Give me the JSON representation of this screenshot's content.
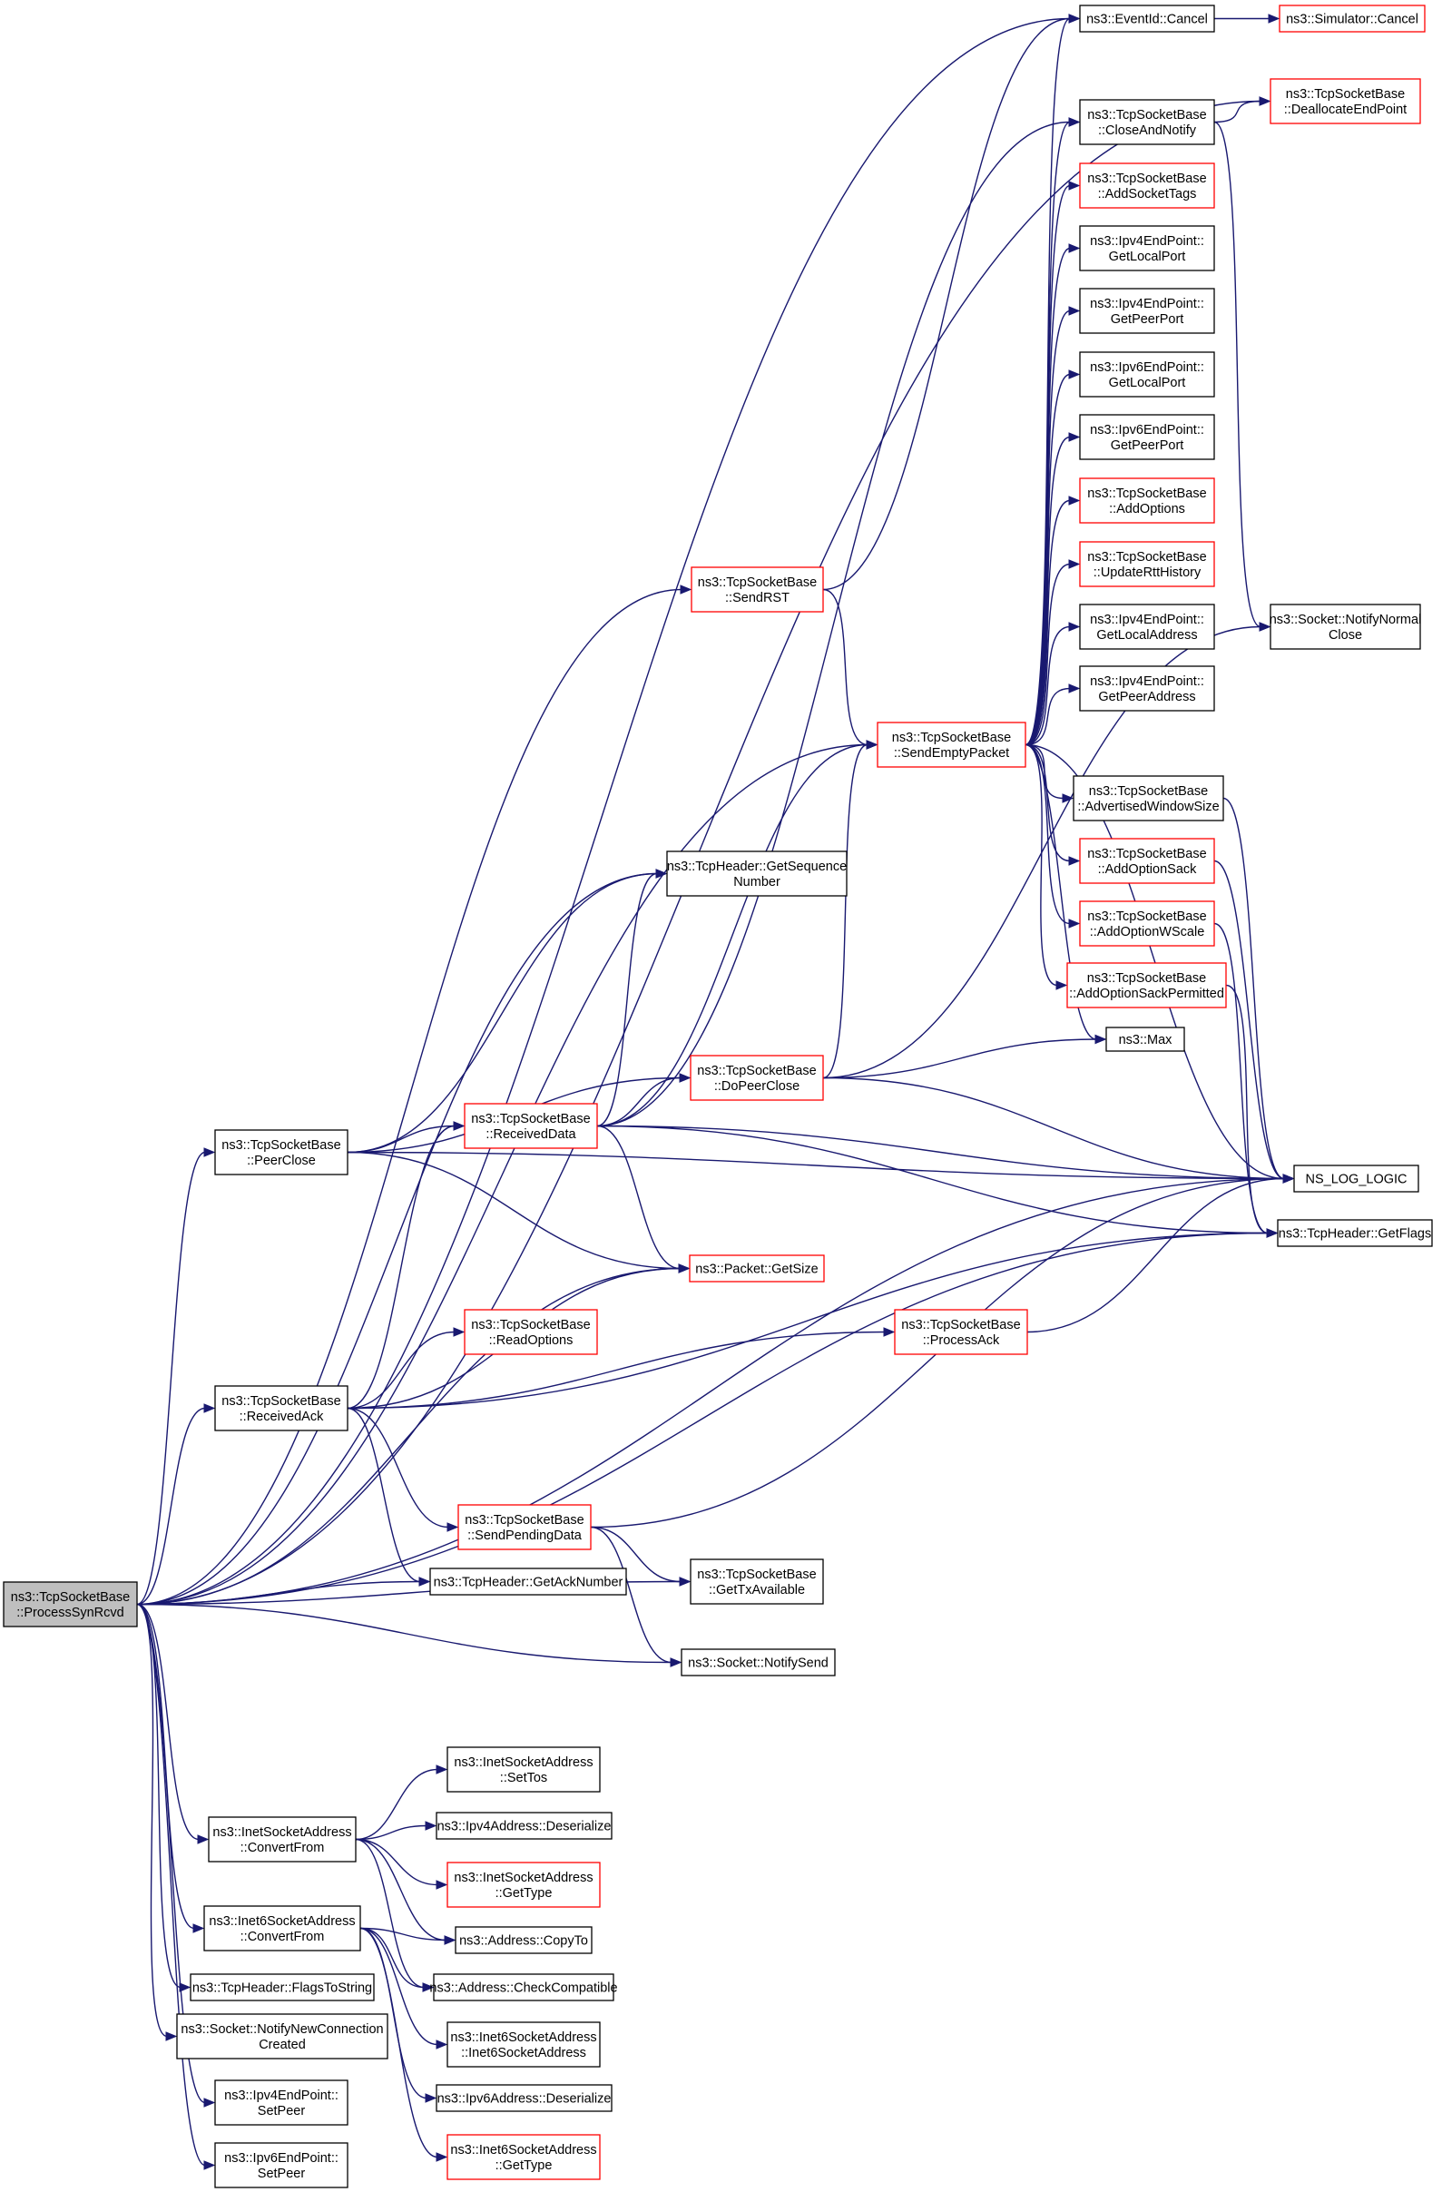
{
  "graph": {
    "root": "process-syn-rcvd",
    "colors": {
      "edge": "#191970",
      "node_border": "#000000",
      "node_border_incomplete": "#ff0000",
      "root_fill": "#bfbfbf",
      "node_fill": "#ffffff"
    },
    "nodes": [
      {
        "id": "process-syn-rcvd",
        "lines": [
          "ns3::TcpSocketBase",
          "::ProcessSynRcvd"
        ],
        "border": "black",
        "root": true
      },
      {
        "id": "eventid-cancel",
        "lines": [
          "ns3::EventId::Cancel"
        ],
        "border": "black"
      },
      {
        "id": "simulator-cancel",
        "lines": [
          "ns3::Simulator::Cancel"
        ],
        "border": "red"
      },
      {
        "id": "deallocate-endpoint",
        "lines": [
          "ns3::TcpSocketBase",
          "::DeallocateEndPoint"
        ],
        "border": "red"
      },
      {
        "id": "close-and-notify",
        "lines": [
          "ns3::TcpSocketBase",
          "::CloseAndNotify"
        ],
        "border": "black"
      },
      {
        "id": "add-socket-tags",
        "lines": [
          "ns3::TcpSocketBase",
          "::AddSocketTags"
        ],
        "border": "red"
      },
      {
        "id": "ipv4ep-get-local-port",
        "lines": [
          "ns3::Ipv4EndPoint::",
          "GetLocalPort"
        ],
        "border": "black"
      },
      {
        "id": "ipv4ep-get-peer-port",
        "lines": [
          "ns3::Ipv4EndPoint::",
          "GetPeerPort"
        ],
        "border": "black"
      },
      {
        "id": "ipv6ep-get-local-port",
        "lines": [
          "ns3::Ipv6EndPoint::",
          "GetLocalPort"
        ],
        "border": "black"
      },
      {
        "id": "ipv6ep-get-peer-port",
        "lines": [
          "ns3::Ipv6EndPoint::",
          "GetPeerPort"
        ],
        "border": "black"
      },
      {
        "id": "add-options",
        "lines": [
          "ns3::TcpSocketBase",
          "::AddOptions"
        ],
        "border": "red"
      },
      {
        "id": "update-rtt-history",
        "lines": [
          "ns3::TcpSocketBase",
          "::UpdateRttHistory"
        ],
        "border": "red"
      },
      {
        "id": "ipv4ep-get-local-address",
        "lines": [
          "ns3::Ipv4EndPoint::",
          "GetLocalAddress"
        ],
        "border": "black"
      },
      {
        "id": "ipv4ep-get-peer-address",
        "lines": [
          "ns3::Ipv4EndPoint::",
          "GetPeerAddress"
        ],
        "border": "black"
      },
      {
        "id": "notify-normal-close",
        "lines": [
          "ns3::Socket::NotifyNormal",
          "Close"
        ],
        "border": "black"
      },
      {
        "id": "send-rst",
        "lines": [
          "ns3::TcpSocketBase",
          "::SendRST"
        ],
        "border": "red"
      },
      {
        "id": "send-empty-packet",
        "lines": [
          "ns3::TcpSocketBase",
          "::SendEmptyPacket"
        ],
        "border": "red"
      },
      {
        "id": "advertised-window-size",
        "lines": [
          "ns3::TcpSocketBase",
          "::AdvertisedWindowSize"
        ],
        "border": "black"
      },
      {
        "id": "add-option-sack",
        "lines": [
          "ns3::TcpSocketBase",
          "::AddOptionSack"
        ],
        "border": "red"
      },
      {
        "id": "add-option-wscale",
        "lines": [
          "ns3::TcpSocketBase",
          "::AddOptionWScale"
        ],
        "border": "red"
      },
      {
        "id": "add-option-sack-permitted",
        "lines": [
          "ns3::TcpSocketBase",
          "::AddOptionSackPermitted"
        ],
        "border": "red"
      },
      {
        "id": "max",
        "lines": [
          "ns3::Max"
        ],
        "border": "black"
      },
      {
        "id": "get-sequence-number",
        "lines": [
          "ns3::TcpHeader::GetSequence",
          "Number"
        ],
        "border": "black"
      },
      {
        "id": "do-peer-close",
        "lines": [
          "ns3::TcpSocketBase",
          "::DoPeerClose"
        ],
        "border": "red"
      },
      {
        "id": "received-data",
        "lines": [
          "ns3::TcpSocketBase",
          "::ReceivedData"
        ],
        "border": "red"
      },
      {
        "id": "peer-close",
        "lines": [
          "ns3::TcpSocketBase",
          "::PeerClose"
        ],
        "border": "black"
      },
      {
        "id": "ns-log-logic",
        "lines": [
          "NS_LOG_LOGIC"
        ],
        "border": "black"
      },
      {
        "id": "get-flags",
        "lines": [
          "ns3::TcpHeader::GetFlags"
        ],
        "border": "black"
      },
      {
        "id": "packet-get-size",
        "lines": [
          "ns3::Packet::GetSize"
        ],
        "border": "red"
      },
      {
        "id": "read-options",
        "lines": [
          "ns3::TcpSocketBase",
          "::ReadOptions"
        ],
        "border": "red"
      },
      {
        "id": "process-ack",
        "lines": [
          "ns3::TcpSocketBase",
          "::ProcessAck"
        ],
        "border": "red"
      },
      {
        "id": "received-ack",
        "lines": [
          "ns3::TcpSocketBase",
          "::ReceivedAck"
        ],
        "border": "black"
      },
      {
        "id": "send-pending-data",
        "lines": [
          "ns3::TcpSocketBase",
          "::SendPendingData"
        ],
        "border": "red"
      },
      {
        "id": "get-ack-number",
        "lines": [
          "ns3::TcpHeader::GetAckNumber"
        ],
        "border": "black"
      },
      {
        "id": "get-tx-available",
        "lines": [
          "ns3::TcpSocketBase",
          "::GetTxAvailable"
        ],
        "border": "black"
      },
      {
        "id": "notify-send",
        "lines": [
          "ns3::Socket::NotifySend"
        ],
        "border": "black"
      },
      {
        "id": "inet-set-tos",
        "lines": [
          "ns3::InetSocketAddress",
          "::SetTos"
        ],
        "border": "black"
      },
      {
        "id": "inet-convert-from",
        "lines": [
          "ns3::InetSocketAddress",
          "::ConvertFrom"
        ],
        "border": "black"
      },
      {
        "id": "ipv4address-deserialize",
        "lines": [
          "ns3::Ipv4Address::Deserialize"
        ],
        "border": "black"
      },
      {
        "id": "inet-get-type",
        "lines": [
          "ns3::InetSocketAddress",
          "::GetType"
        ],
        "border": "red"
      },
      {
        "id": "inet6-convert-from",
        "lines": [
          "ns3::Inet6SocketAddress",
          "::ConvertFrom"
        ],
        "border": "black"
      },
      {
        "id": "address-copy-to",
        "lines": [
          "ns3::Address::CopyTo"
        ],
        "border": "black"
      },
      {
        "id": "flags-to-string",
        "lines": [
          "ns3::TcpHeader::FlagsToString"
        ],
        "border": "black"
      },
      {
        "id": "address-check-compatible",
        "lines": [
          "ns3::Address::CheckCompatible"
        ],
        "border": "black"
      },
      {
        "id": "notify-new-connection-created",
        "lines": [
          "ns3::Socket::NotifyNewConnection",
          "Created"
        ],
        "border": "black"
      },
      {
        "id": "inet6-ctor",
        "lines": [
          "ns3::Inet6SocketAddress",
          "::Inet6SocketAddress"
        ],
        "border": "black"
      },
      {
        "id": "ipv4ep-set-peer",
        "lines": [
          "ns3::Ipv4EndPoint::",
          "SetPeer"
        ],
        "border": "black"
      },
      {
        "id": "ipv6address-deserialize",
        "lines": [
          "ns3::Ipv6Address::Deserialize"
        ],
        "border": "black"
      },
      {
        "id": "ipv6ep-set-peer",
        "lines": [
          "ns3::Ipv6EndPoint::",
          "SetPeer"
        ],
        "border": "black"
      },
      {
        "id": "inet6-get-type",
        "lines": [
          "ns3::Inet6SocketAddress",
          "::GetType"
        ],
        "border": "red"
      }
    ],
    "edges": [
      [
        "process-syn-rcvd",
        "eventid-cancel"
      ],
      [
        "process-syn-rcvd",
        "deallocate-endpoint"
      ],
      [
        "process-syn-rcvd",
        "send-rst"
      ],
      [
        "process-syn-rcvd",
        "send-empty-packet"
      ],
      [
        "process-syn-rcvd",
        "get-sequence-number"
      ],
      [
        "process-syn-rcvd",
        "peer-close"
      ],
      [
        "process-syn-rcvd",
        "ns-log-logic"
      ],
      [
        "process-syn-rcvd",
        "packet-get-size"
      ],
      [
        "process-syn-rcvd",
        "received-ack"
      ],
      [
        "process-syn-rcvd",
        "get-ack-number"
      ],
      [
        "process-syn-rcvd",
        "get-tx-available"
      ],
      [
        "process-syn-rcvd",
        "notify-send"
      ],
      [
        "process-syn-rcvd",
        "get-flags"
      ],
      [
        "process-syn-rcvd",
        "inet-convert-from"
      ],
      [
        "process-syn-rcvd",
        "inet6-convert-from"
      ],
      [
        "process-syn-rcvd",
        "flags-to-string"
      ],
      [
        "process-syn-rcvd",
        "notify-new-connection-created"
      ],
      [
        "process-syn-rcvd",
        "ipv4ep-set-peer"
      ],
      [
        "process-syn-rcvd",
        "ipv6ep-set-peer"
      ],
      [
        "eventid-cancel",
        "simulator-cancel"
      ],
      [
        "close-and-notify",
        "deallocate-endpoint"
      ],
      [
        "close-and-notify",
        "notify-normal-close"
      ],
      [
        "send-rst",
        "eventid-cancel"
      ],
      [
        "send-rst",
        "send-empty-packet"
      ],
      [
        "send-empty-packet",
        "eventid-cancel"
      ],
      [
        "send-empty-packet",
        "close-and-notify"
      ],
      [
        "send-empty-packet",
        "add-socket-tags"
      ],
      [
        "send-empty-packet",
        "ipv4ep-get-local-port"
      ],
      [
        "send-empty-packet",
        "ipv4ep-get-peer-port"
      ],
      [
        "send-empty-packet",
        "ipv6ep-get-local-port"
      ],
      [
        "send-empty-packet",
        "ipv6ep-get-peer-port"
      ],
      [
        "send-empty-packet",
        "add-options"
      ],
      [
        "send-empty-packet",
        "update-rtt-history"
      ],
      [
        "send-empty-packet",
        "ipv4ep-get-local-address"
      ],
      [
        "send-empty-packet",
        "ipv4ep-get-peer-address"
      ],
      [
        "send-empty-packet",
        "advertised-window-size"
      ],
      [
        "send-empty-packet",
        "add-option-sack"
      ],
      [
        "send-empty-packet",
        "add-option-wscale"
      ],
      [
        "send-empty-packet",
        "add-option-sack-permitted"
      ],
      [
        "send-empty-packet",
        "max"
      ],
      [
        "send-empty-packet",
        "ns-log-logic"
      ],
      [
        "advertised-window-size",
        "ns-log-logic"
      ],
      [
        "add-option-sack",
        "ns-log-logic"
      ],
      [
        "add-option-wscale",
        "get-flags"
      ],
      [
        "add-option-sack-permitted",
        "get-flags"
      ],
      [
        "do-peer-close",
        "send-empty-packet"
      ],
      [
        "do-peer-close",
        "max"
      ],
      [
        "do-peer-close",
        "notify-normal-close"
      ],
      [
        "do-peer-close",
        "ns-log-logic"
      ],
      [
        "received-data",
        "send-empty-packet"
      ],
      [
        "received-data",
        "close-and-notify"
      ],
      [
        "received-data",
        "get-sequence-number"
      ],
      [
        "received-data",
        "do-peer-close"
      ],
      [
        "received-data",
        "ns-log-logic"
      ],
      [
        "received-data",
        "get-flags"
      ],
      [
        "received-data",
        "packet-get-size"
      ],
      [
        "peer-close",
        "get-sequence-number"
      ],
      [
        "peer-close",
        "do-peer-close"
      ],
      [
        "peer-close",
        "received-data"
      ],
      [
        "peer-close",
        "ns-log-logic"
      ],
      [
        "peer-close",
        "packet-get-size"
      ],
      [
        "received-ack",
        "received-data"
      ],
      [
        "received-ack",
        "packet-get-size"
      ],
      [
        "received-ack",
        "read-options"
      ],
      [
        "received-ack",
        "process-ack"
      ],
      [
        "received-ack",
        "get-flags"
      ],
      [
        "received-ack",
        "send-pending-data"
      ],
      [
        "received-ack",
        "get-ack-number"
      ],
      [
        "process-ack",
        "ns-log-logic"
      ],
      [
        "send-pending-data",
        "ns-log-logic"
      ],
      [
        "send-pending-data",
        "get-tx-available"
      ],
      [
        "send-pending-data",
        "notify-send"
      ],
      [
        "inet-convert-from",
        "inet-set-tos"
      ],
      [
        "inet-convert-from",
        "ipv4address-deserialize"
      ],
      [
        "inet-convert-from",
        "inet-get-type"
      ],
      [
        "inet-convert-from",
        "address-copy-to"
      ],
      [
        "inet-convert-from",
        "address-check-compatible"
      ],
      [
        "inet6-convert-from",
        "address-copy-to"
      ],
      [
        "inet6-convert-from",
        "address-check-compatible"
      ],
      [
        "inet6-convert-from",
        "inet6-ctor"
      ],
      [
        "inet6-convert-from",
        "ipv6address-deserialize"
      ],
      [
        "inet6-convert-from",
        "inet6-get-type"
      ]
    ]
  }
}
